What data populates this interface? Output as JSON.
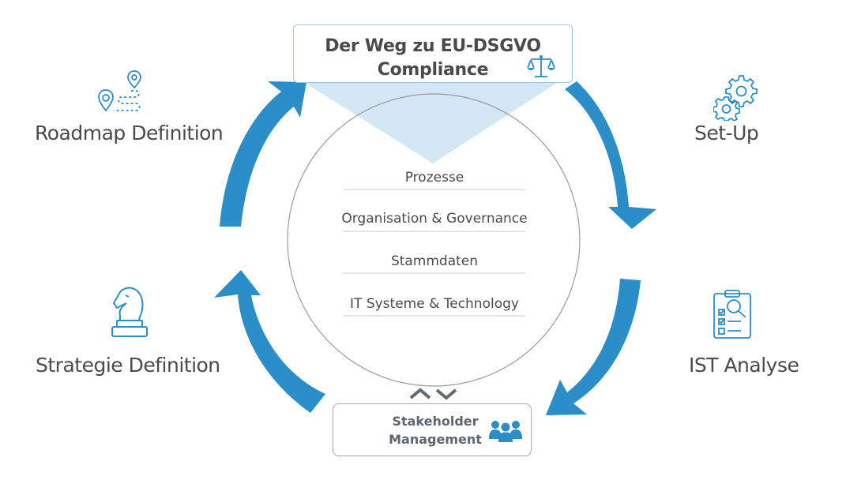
{
  "title": {
    "line1": "Der Weg zu EU-DSGVO",
    "line2": "Compliance"
  },
  "phases": {
    "setup": "Set-Up",
    "ist_analyse": "IST Analyse",
    "strategie": "Strategie Definition",
    "roadmap": "Roadmap Definition"
  },
  "center_items": [
    "Prozesse",
    "Organisation & Governance",
    "Stammdaten",
    "IT Systeme & Technology"
  ],
  "stakeholder": {
    "line1": "Stakeholder",
    "line2": "Management"
  },
  "icons": {
    "title": "scale-icon",
    "setup": "gears-icon",
    "ist_analyse": "clipboard-search-icon",
    "strategie": "chess-knight-icon",
    "roadmap": "map-route-icon",
    "stakeholder": "people-group-icon",
    "stakeholder_toggle": "chevron-up-down-icon"
  },
  "colors": {
    "arrow": "#2b8ec9",
    "icon": "#2b8ec9",
    "text": "#4a4a4a",
    "title_border": "#9cc8e6",
    "funnel": "#d3e7f5",
    "circle": "#9a9a9a",
    "stakeholder_text": "#5d6670",
    "chevron": "#5f6b75"
  }
}
